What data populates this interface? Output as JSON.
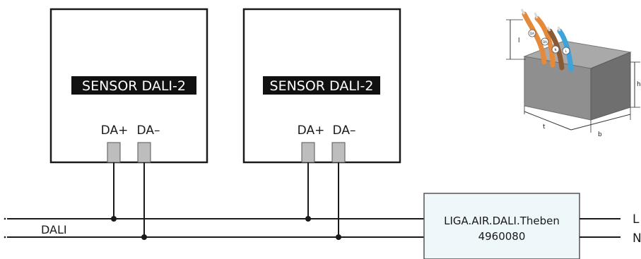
{
  "sensors": [
    {
      "title": "SENSOR DALI-2",
      "terminal_plus": "DA+",
      "terminal_minus": "DA–"
    },
    {
      "title": "SENSOR DALI-2",
      "terminal_plus": "DA+",
      "terminal_minus": "DA–"
    }
  ],
  "bus_label": "DALI",
  "controller": {
    "name": "LIGA.AIR.DALI.Theben",
    "article": "4960080"
  },
  "mains": {
    "line": "L",
    "neutral": "N"
  },
  "device_illustration": {
    "dimension_labels": [
      "l",
      "t",
      "b",
      "h"
    ],
    "wire_markers": [
      "DA",
      "DA",
      "N",
      "L"
    ]
  },
  "colors": {
    "wire": "#1a1a1a",
    "label_background": "#111111",
    "label_text": "#ffffff",
    "terminal": "#bdbdbd",
    "controller_fill": "#eef7fa",
    "wire_orange": "#e58a3a",
    "wire_brown": "#8a5a35",
    "wire_blue": "#3da3d8",
    "housing": "#8f8f8f"
  }
}
